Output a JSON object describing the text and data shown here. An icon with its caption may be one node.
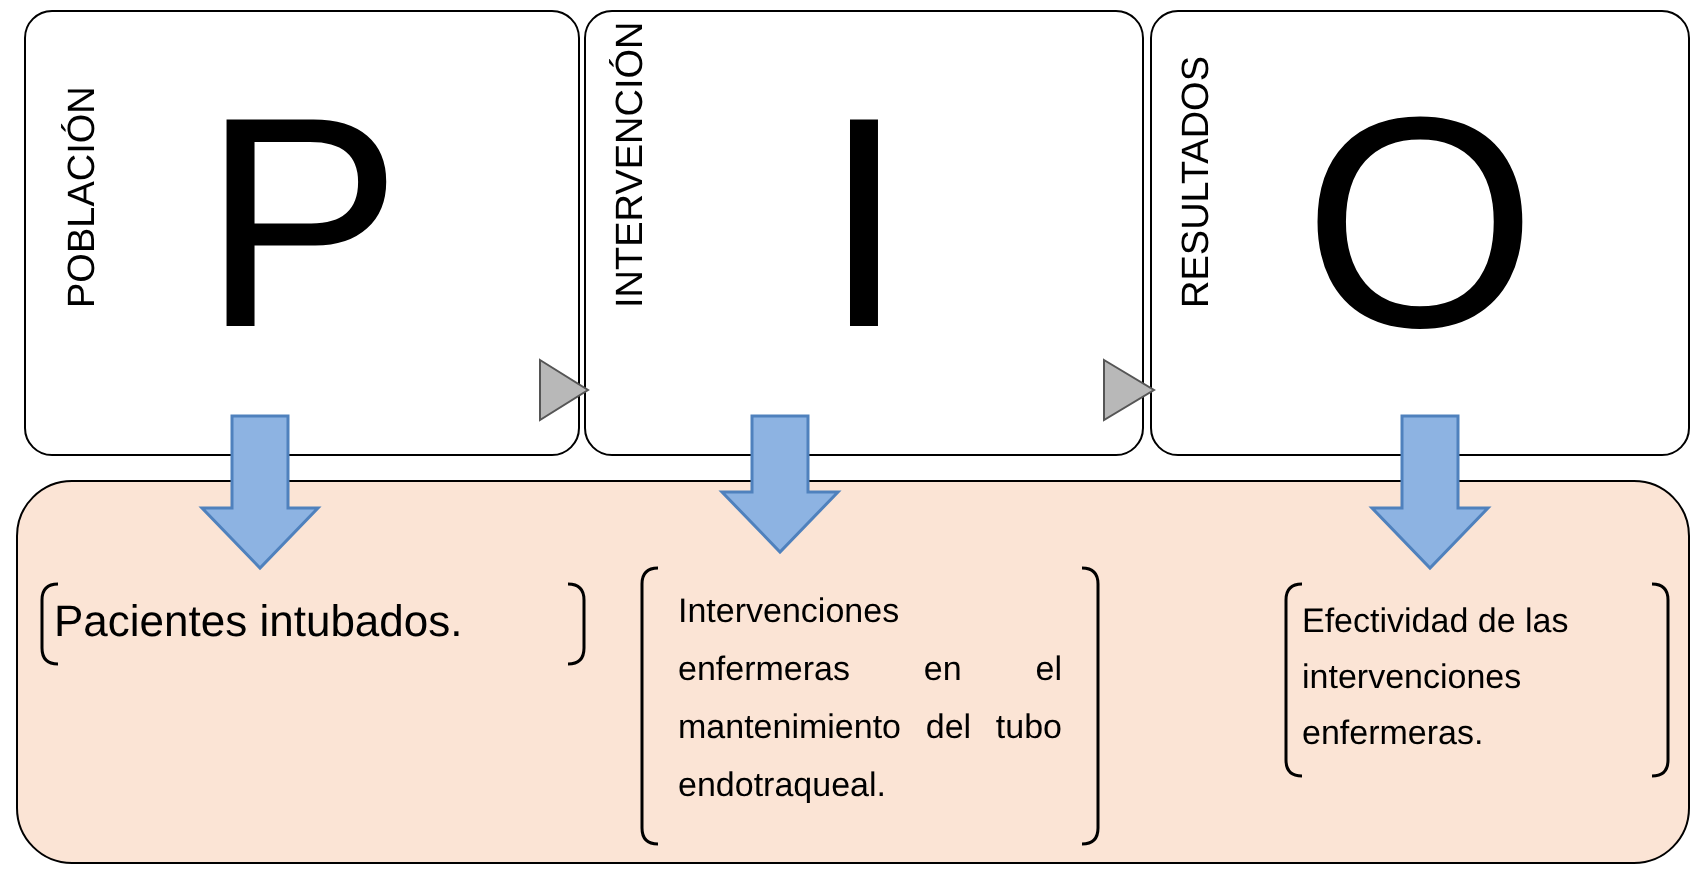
{
  "diagram": {
    "nodes": [
      {
        "text": [
          "POBLACIÓN",
          "P"
        ]
      },
      {
        "text": [
          "INTERVENCIÓN",
          "I"
        ]
      },
      {
        "text": [
          "RESULTADOS",
          "O"
        ]
      },
      {
        "text": [],
        "shape": "box"
      },
      {
        "text": [
          "Pacientes intubados."
        ],
        "in": 3
      },
      {
        "text": [
          "Intervenciones enfermeras en el mantenimiento del tubo endotraqueal."
        ],
        "in": 3
      },
      {
        "text": [
          "Efectividad de las intervenciones enfermeras."
        ],
        "in": 3
      }
    ],
    "edges": [
      {
        "from": 0,
        "to": 1,
        "arrow": "to",
        "color": "#b8b8b8"
      },
      {
        "from": 1,
        "to": 2,
        "arrow": "to",
        "color": "#b8b8b8"
      },
      {
        "from": 0,
        "to": 4,
        "arrow": "to",
        "style": "thick",
        "color": "#8db3e2"
      },
      {
        "from": 1,
        "to": 5,
        "arrow": "to",
        "style": "thick",
        "color": "#8db3e2"
      },
      {
        "from": 2,
        "to": 6,
        "arrow": "to",
        "style": "thick",
        "color": "#8db3e2"
      }
    ]
  }
}
